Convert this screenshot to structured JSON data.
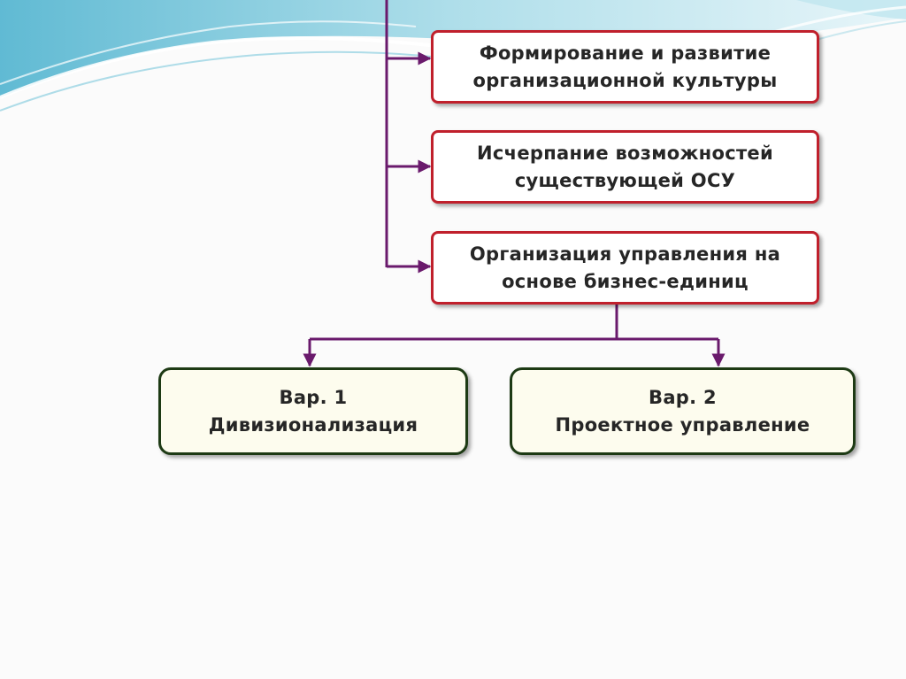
{
  "diagram": {
    "boxes": [
      {
        "line1": "Формирование и развитие",
        "line2": "организационной культуры"
      },
      {
        "line1": "Исчерпание возможностей",
        "line2": "существующей ОСУ"
      },
      {
        "line1": "Организация управления на",
        "line2": "основе бизнес-единиц"
      }
    ],
    "variants": [
      {
        "line1": "Вар. 1",
        "line2": "Дивизионализация"
      },
      {
        "line1": "Вар. 2",
        "line2": "Проектное управление"
      }
    ]
  },
  "colors": {
    "connector": "#6a1a6c",
    "box_border_red": "#c0202c",
    "box_border_green": "#1d3a14",
    "wave_blue": "#6fc0d6"
  }
}
